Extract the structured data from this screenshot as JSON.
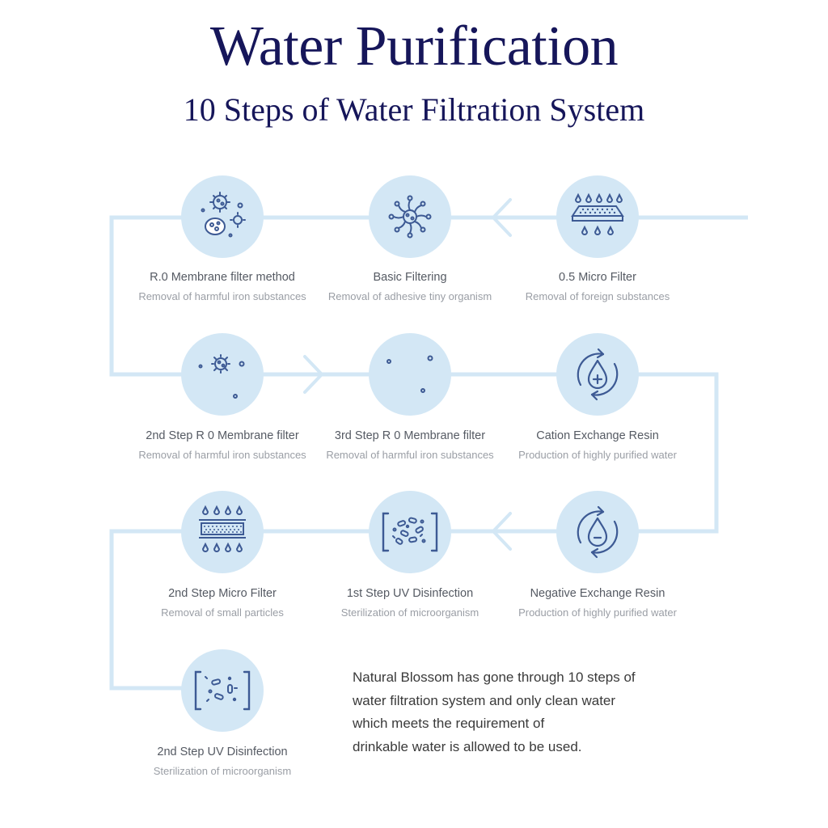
{
  "title": "Water Purification",
  "subtitle": "10 Steps of Water Filtration System",
  "colors": {
    "title": "#16165a",
    "circle": "#d3e7f5",
    "line": "#d3e7f5",
    "icon": "#3d5a94",
    "name_text": "#555a63",
    "desc_text": "#9a9ea5"
  },
  "steps": [
    {
      "id": "s1",
      "name": "0.5 Micro Filter",
      "desc": "Removal of foreign substances",
      "icon": "droplets-filter-icon"
    },
    {
      "id": "s2",
      "name": "Basic Filtering",
      "desc": "Removal of adhesive tiny organism",
      "icon": "microorganism-icon"
    },
    {
      "id": "s3",
      "name": "R.0 Membrane filter method",
      "desc": "Removal of harmful iron substances",
      "icon": "bacteria-cluster-icon"
    },
    {
      "id": "s4",
      "name": "2nd Step R 0 Membrane filter",
      "desc": "Removal of harmful iron substances",
      "icon": "small-bacteria-icon"
    },
    {
      "id": "s5",
      "name": "3rd Step R 0 Membrane filter",
      "desc": "Removal of harmful iron substances",
      "icon": "particles-icon"
    },
    {
      "id": "s6",
      "name": "Cation Exchange Resin",
      "desc": "Production of highly purified water",
      "icon": "drop-plus-cycle-icon"
    },
    {
      "id": "s7",
      "name": "Negative Exchange Resin",
      "desc": "Production of highly purified water",
      "icon": "drop-minus-cycle-icon"
    },
    {
      "id": "s8",
      "name": "1st Step UV Disinfection",
      "desc": "Sterilization of microorganism",
      "icon": "uv-bracket-dense-icon"
    },
    {
      "id": "s9",
      "name": "2nd Step Micro Filter",
      "desc": "Removal of small particles",
      "icon": "droplets-layer-icon"
    },
    {
      "id": "s10",
      "name": "2nd Step UV Disinfection",
      "desc": "Sterilization of microorganism",
      "icon": "uv-bracket-sparse-icon"
    }
  ],
  "summary": {
    "lines": [
      "Natural Blossom has gone through 10 steps of",
      "water filtration system and only clean water",
      "which meets the requirement of",
      "drinkable water is allowed to be used."
    ]
  }
}
